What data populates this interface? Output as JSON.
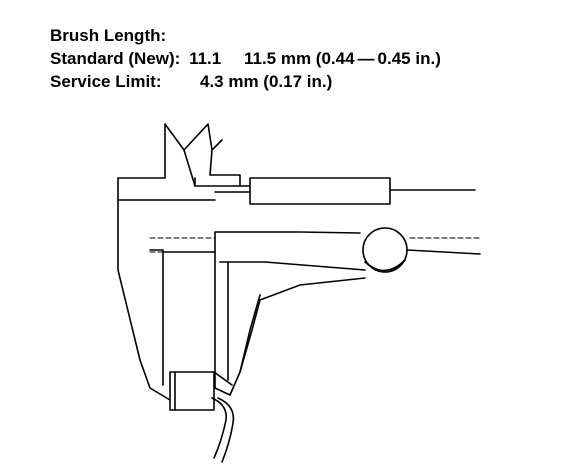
{
  "heading": "Brush Length:",
  "standard": {
    "label": "Standard (New):",
    "min": "11.1",
    "max": "11.5 mm (0.44",
    "dash": "—",
    "max_in": "0.45 in.)"
  },
  "service_limit": {
    "label": "Service Limit:",
    "value": "4.3 mm (0.17 in.)"
  },
  "illustration": {
    "icon": "caliper-measuring-brush-icon"
  }
}
